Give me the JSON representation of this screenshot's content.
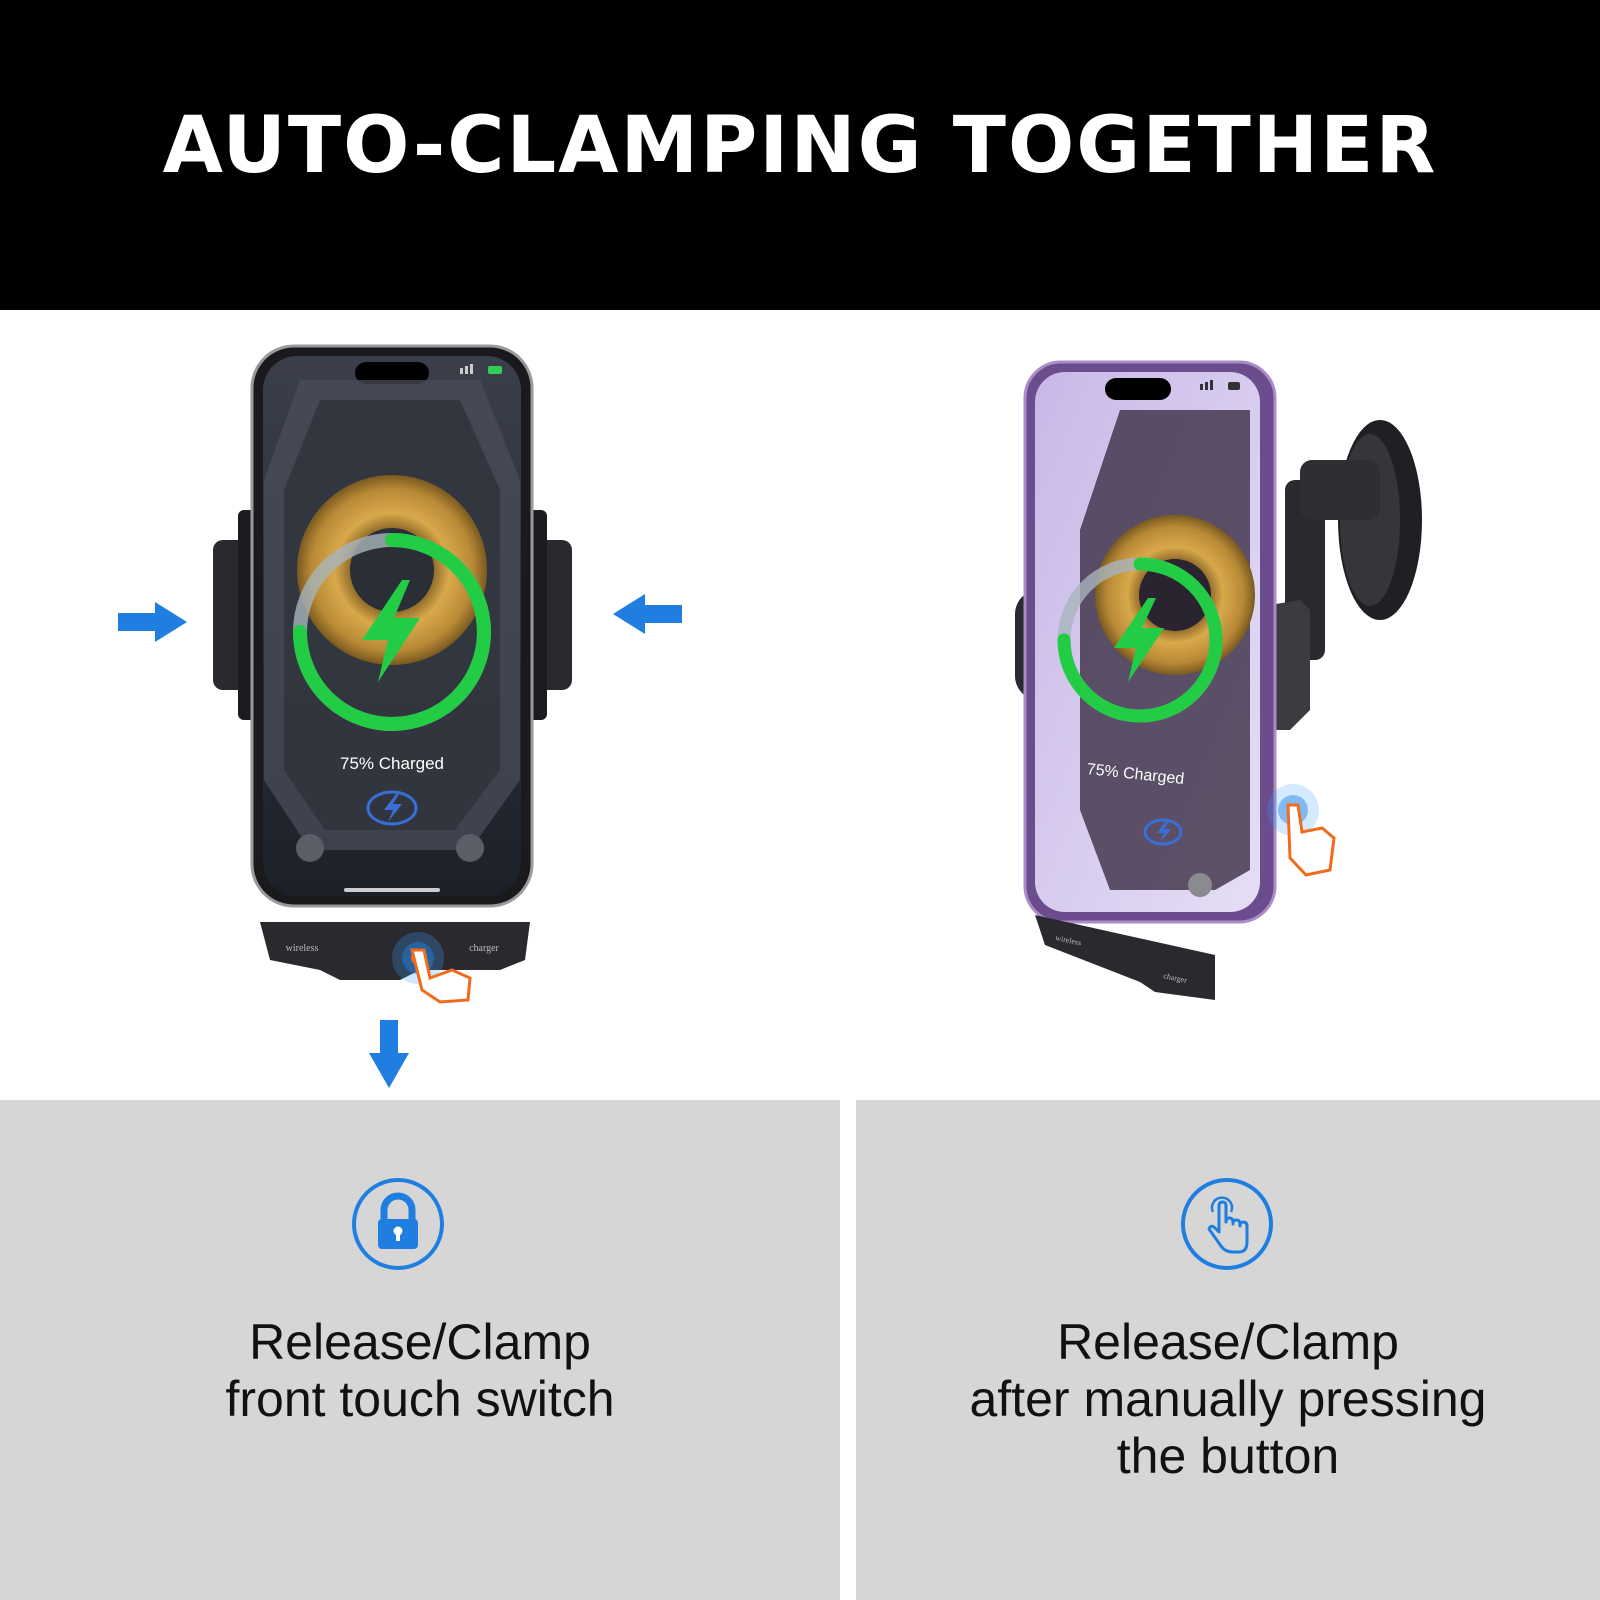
{
  "header": {
    "title": "AUTO-CLAMPING TOGETHER"
  },
  "colors": {
    "banner_bg": "#000000",
    "accent_blue": "#1f7ee0",
    "charge_green": "#22cc44",
    "touch_orange": "#f26b1d",
    "panel_bg": "#d6d6d6",
    "phone_purple": "#7a5a9a"
  },
  "illustrations": {
    "left": {
      "screen_text": "75% Charged",
      "charge_level_percent": 75,
      "base_label_left": "wireless",
      "base_label_right": "charger",
      "arrow_icons": [
        "arrow-right-icon",
        "arrow-left-icon",
        "arrow-down-icon"
      ]
    },
    "right": {
      "screen_text": "75% Charged",
      "charge_level_percent": 75,
      "base_label_left": "wireless",
      "base_label_right": "charger"
    }
  },
  "features": [
    {
      "icon": "lock-icon",
      "lines": [
        "Release/Clamp",
        "front touch switch"
      ]
    },
    {
      "icon": "touch-hand-icon",
      "lines": [
        "Release/Clamp",
        "after manually pressing",
        "the button"
      ]
    }
  ]
}
